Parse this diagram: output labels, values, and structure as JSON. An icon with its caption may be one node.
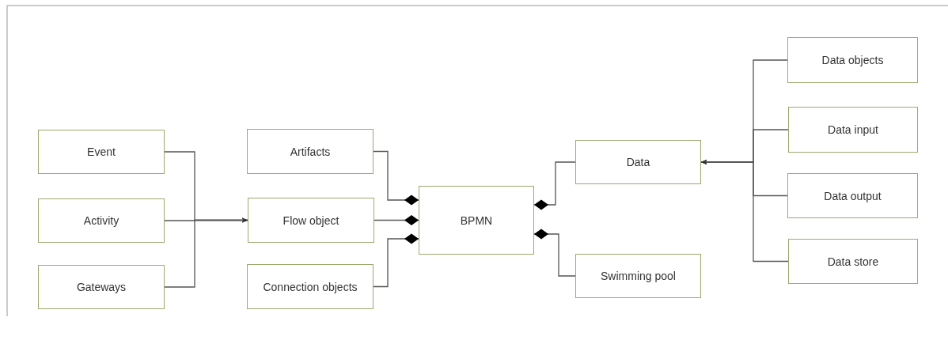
{
  "diagram": {
    "nodes": [
      {
        "text": [
          "Event"
        ]
      },
      {
        "text": [
          "Activity"
        ]
      },
      {
        "text": [
          "Gateways"
        ]
      },
      {
        "text": [
          "Artifacts"
        ]
      },
      {
        "text": [
          "Flow object"
        ]
      },
      {
        "text": [
          "Connection objects"
        ]
      },
      {
        "text": [
          "BPMN"
        ]
      },
      {
        "text": [
          "Data"
        ]
      },
      {
        "text": [
          "Swimming pool"
        ]
      },
      {
        "text": [
          "Data objects"
        ]
      },
      {
        "text": [
          "Data input"
        ]
      },
      {
        "text": [
          "Data output"
        ]
      },
      {
        "text": [
          "Data store"
        ]
      }
    ],
    "edges": [
      {
        "from": 0,
        "to": 4,
        "arrow": "to"
      },
      {
        "from": 1,
        "to": 4,
        "arrow": "to"
      },
      {
        "from": 2,
        "to": 4,
        "arrow": "to"
      },
      {
        "from": 3,
        "to": 6,
        "arrow": "other"
      },
      {
        "from": 4,
        "to": 6,
        "arrow": "other"
      },
      {
        "from": 5,
        "to": 6,
        "arrow": "other"
      },
      {
        "from": 7,
        "to": 6,
        "arrow": "other"
      },
      {
        "from": 8,
        "to": 6,
        "arrow": "other"
      },
      {
        "from": 9,
        "to": 7,
        "arrow": "to"
      },
      {
        "from": 10,
        "to": 7,
        "arrow": "to"
      },
      {
        "from": 11,
        "to": 7,
        "arrow": "to"
      },
      {
        "from": 12,
        "to": 7,
        "arrow": "to"
      }
    ]
  }
}
